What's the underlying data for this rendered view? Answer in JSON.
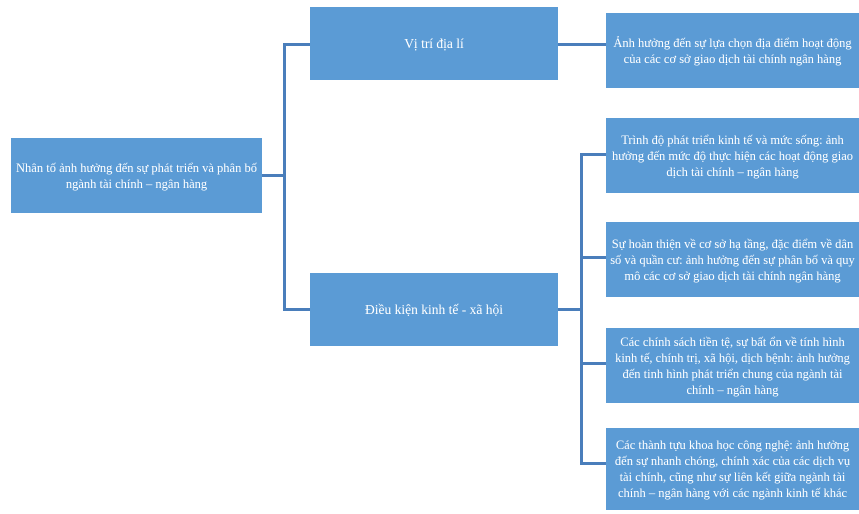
{
  "diagram": {
    "title": "So do nhan to anh huong",
    "colors": {
      "box_fill": "#5b9bd5",
      "connector": "#4a7ebb",
      "text": "#ffffff",
      "background": "#ffffff"
    },
    "root": {
      "label": "Nhân tố ảnh hưởng đến sự phát triển và phân bố ngành tài chính – ngân hàng"
    },
    "branches": [
      {
        "label": "Vị trí địa lí",
        "children": [
          {
            "label": "Ảnh hưởng đến sự lựa chọn địa điểm hoạt động của các cơ sở giao dịch tài chính ngân hàng"
          }
        ]
      },
      {
        "label": "Điều kiện kinh tế - xã hội",
        "children": [
          {
            "label": "Trình độ phát triển kinh tế và mức sống: ảnh hưởng đến mức độ thực hiện các hoạt động giao dịch tài chính – ngân hàng"
          },
          {
            "label": "Sự hoàn thiện về cơ sở hạ tầng, đặc điểm về dân số và quần cư: ảnh hưởng đến sự phân bố và quy mô các cơ sở giao dịch tài chính ngân hàng"
          },
          {
            "label": "Các chính sách tiền tệ, sự bất ổn về tính hình kinh tế, chính trị, xã hội, dịch bệnh: ảnh hưởng đến tinh hình phát triển chung của ngành tài chính – ngân hàng"
          },
          {
            "label": "Các thành tựu khoa học công nghệ: ảnh hưởng đến sự nhanh chóng, chính xác của các dịch vụ tài chính, cũng như sự liên kết giữa ngành tài chính – ngân hàng với các ngành kinh tế khác"
          }
        ]
      }
    ]
  }
}
